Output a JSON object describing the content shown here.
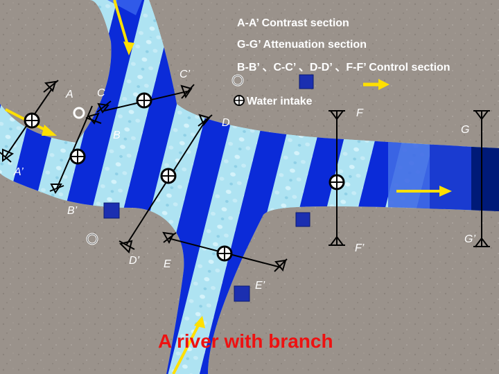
{
  "legend": {
    "contrast": "A-A’  Contrast section",
    "attenuation": "G-G’  Attenuation section",
    "control": "B-B’ 、C-C’ 、D-D’ 、F-F’ Control section",
    "water_intake": "Water intake"
  },
  "title": "A river with branch",
  "section_labels": {
    "A": "A",
    "A_prime": "A’",
    "B": "B",
    "B_prime": "B’",
    "C": "C",
    "C_prime": "C’",
    "D": "D",
    "D_prime": "D’",
    "E": "E",
    "E_prime": "E’",
    "F": "F",
    "F_prime": "F’",
    "G": "G",
    "G_prime": "G’"
  },
  "colors": {
    "ground": "#9a928b",
    "deep_water": "#0b2bd8",
    "light_water": "#aee3f2",
    "arrow": "#ffe000",
    "title": "#ee1111"
  }
}
